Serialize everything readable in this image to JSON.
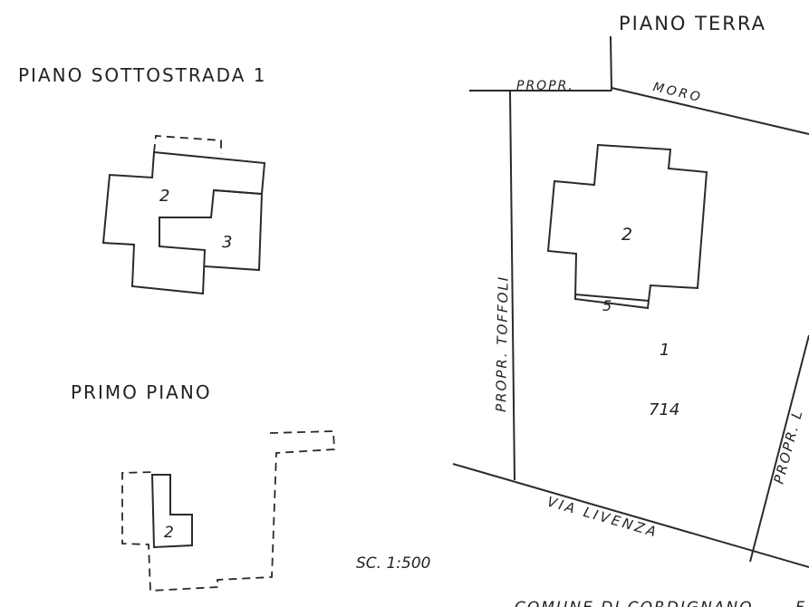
{
  "titles": {
    "piano_terra": "PIANO TERRA",
    "piano_sottostrada": "PIANO SOTTOSTRADA 1",
    "primo_piano": "PRIMO PIANO"
  },
  "labels": {
    "propr_top": "PROPR.",
    "moro": "MORO",
    "propr_toffoli": "PROPR. TOFFOLI",
    "propr_right": "PROPR. L",
    "via_livenza": "VIA LIVENZA",
    "scale": "SC. 1:500",
    "comune": "COMUNE DI CORDIGNANO",
    "comune_tail": "F"
  },
  "numbers": {
    "basement_2": "2",
    "basement_3": "3",
    "first_floor_2": "2",
    "ground_2": "2",
    "ground_5": "5",
    "lot_1": "1",
    "parcel": "714"
  }
}
